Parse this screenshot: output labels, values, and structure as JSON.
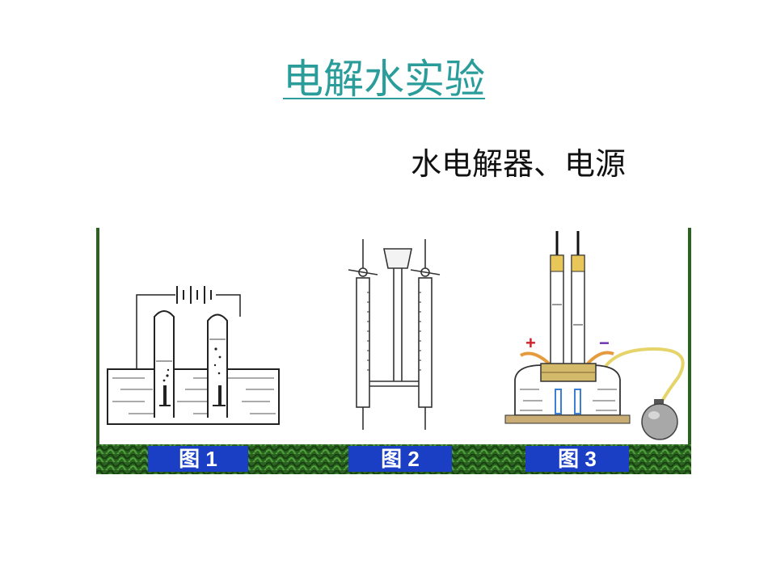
{
  "title": "电解水实验",
  "subtitle": "水电解器、电源",
  "figures": [
    {
      "label": "图 1"
    },
    {
      "label": "图 2"
    },
    {
      "label": "图 3"
    }
  ],
  "signs": {
    "plus": "+",
    "minus": "−"
  },
  "colors": {
    "title": "#2a9d9a",
    "label_bar": "#1a3fc4",
    "grass_dark": "#1f4d1a",
    "grass_light": "#3f8a2f",
    "electrode_plus": "#d1222a",
    "electrode_minus": "#6a2fb0",
    "wire": "#e59b3d",
    "tube_yellow": "#e8c65a"
  }
}
